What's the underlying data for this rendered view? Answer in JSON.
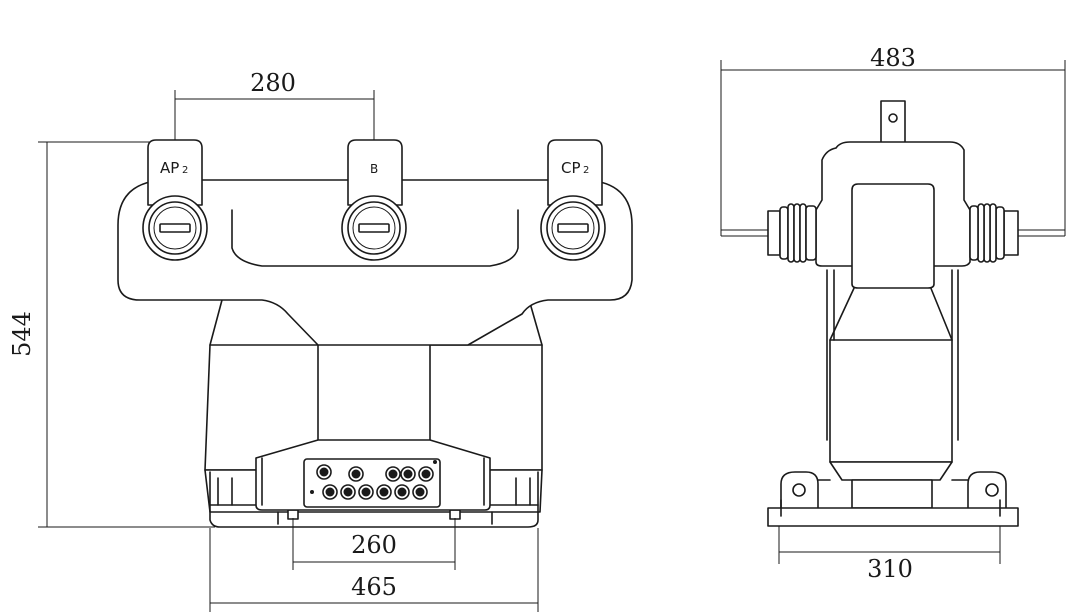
{
  "dimensions": {
    "top_spacing": "280",
    "height": "544",
    "bolt_spacing": "260",
    "base_width": "465",
    "side_width": "483",
    "side_base": "310"
  },
  "terminals": {
    "a": "AP",
    "a_sub": "2",
    "b": "B",
    "c": "CP",
    "c_sub": "2"
  }
}
